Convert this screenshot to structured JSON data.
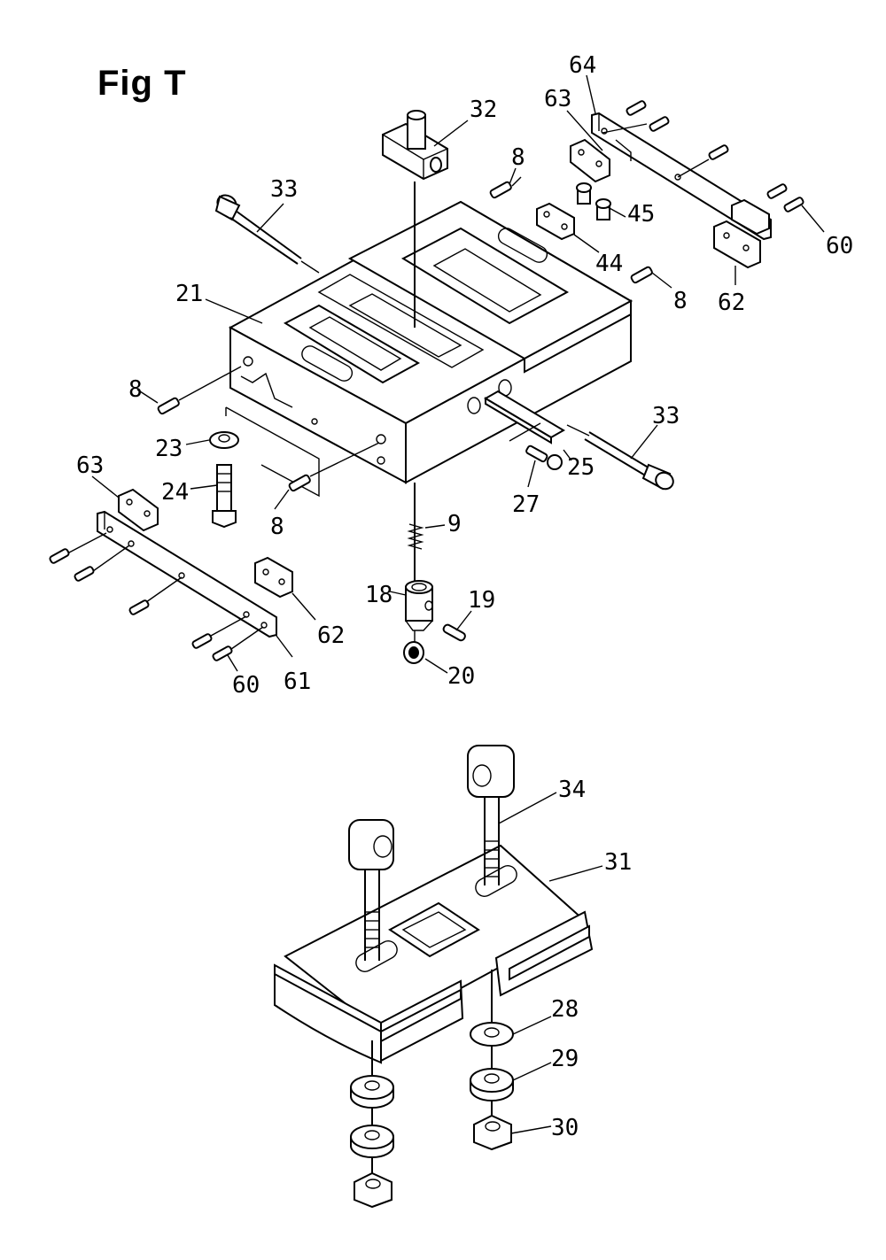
{
  "figure": {
    "title": "Fig T"
  },
  "callouts": {
    "p32": "32",
    "p8a": "8",
    "p63a": "63",
    "p64": "64",
    "p45": "45",
    "p44": "44",
    "p61a": "60",
    "p8b": "8",
    "p62a": "62",
    "p33a": "33",
    "p21": "21",
    "p8c": "8",
    "p23": "23",
    "p24": "24",
    "p8d": "8",
    "p33b": "33",
    "p25": "25",
    "p27": "27",
    "p9": "9",
    "p18": "18",
    "p19": "19",
    "p20": "20",
    "p63b": "63",
    "p62b": "62",
    "p60": "60",
    "p61b": "61",
    "p34": "34",
    "p31": "31",
    "p28": "28",
    "p29": "29",
    "p30": "30"
  }
}
